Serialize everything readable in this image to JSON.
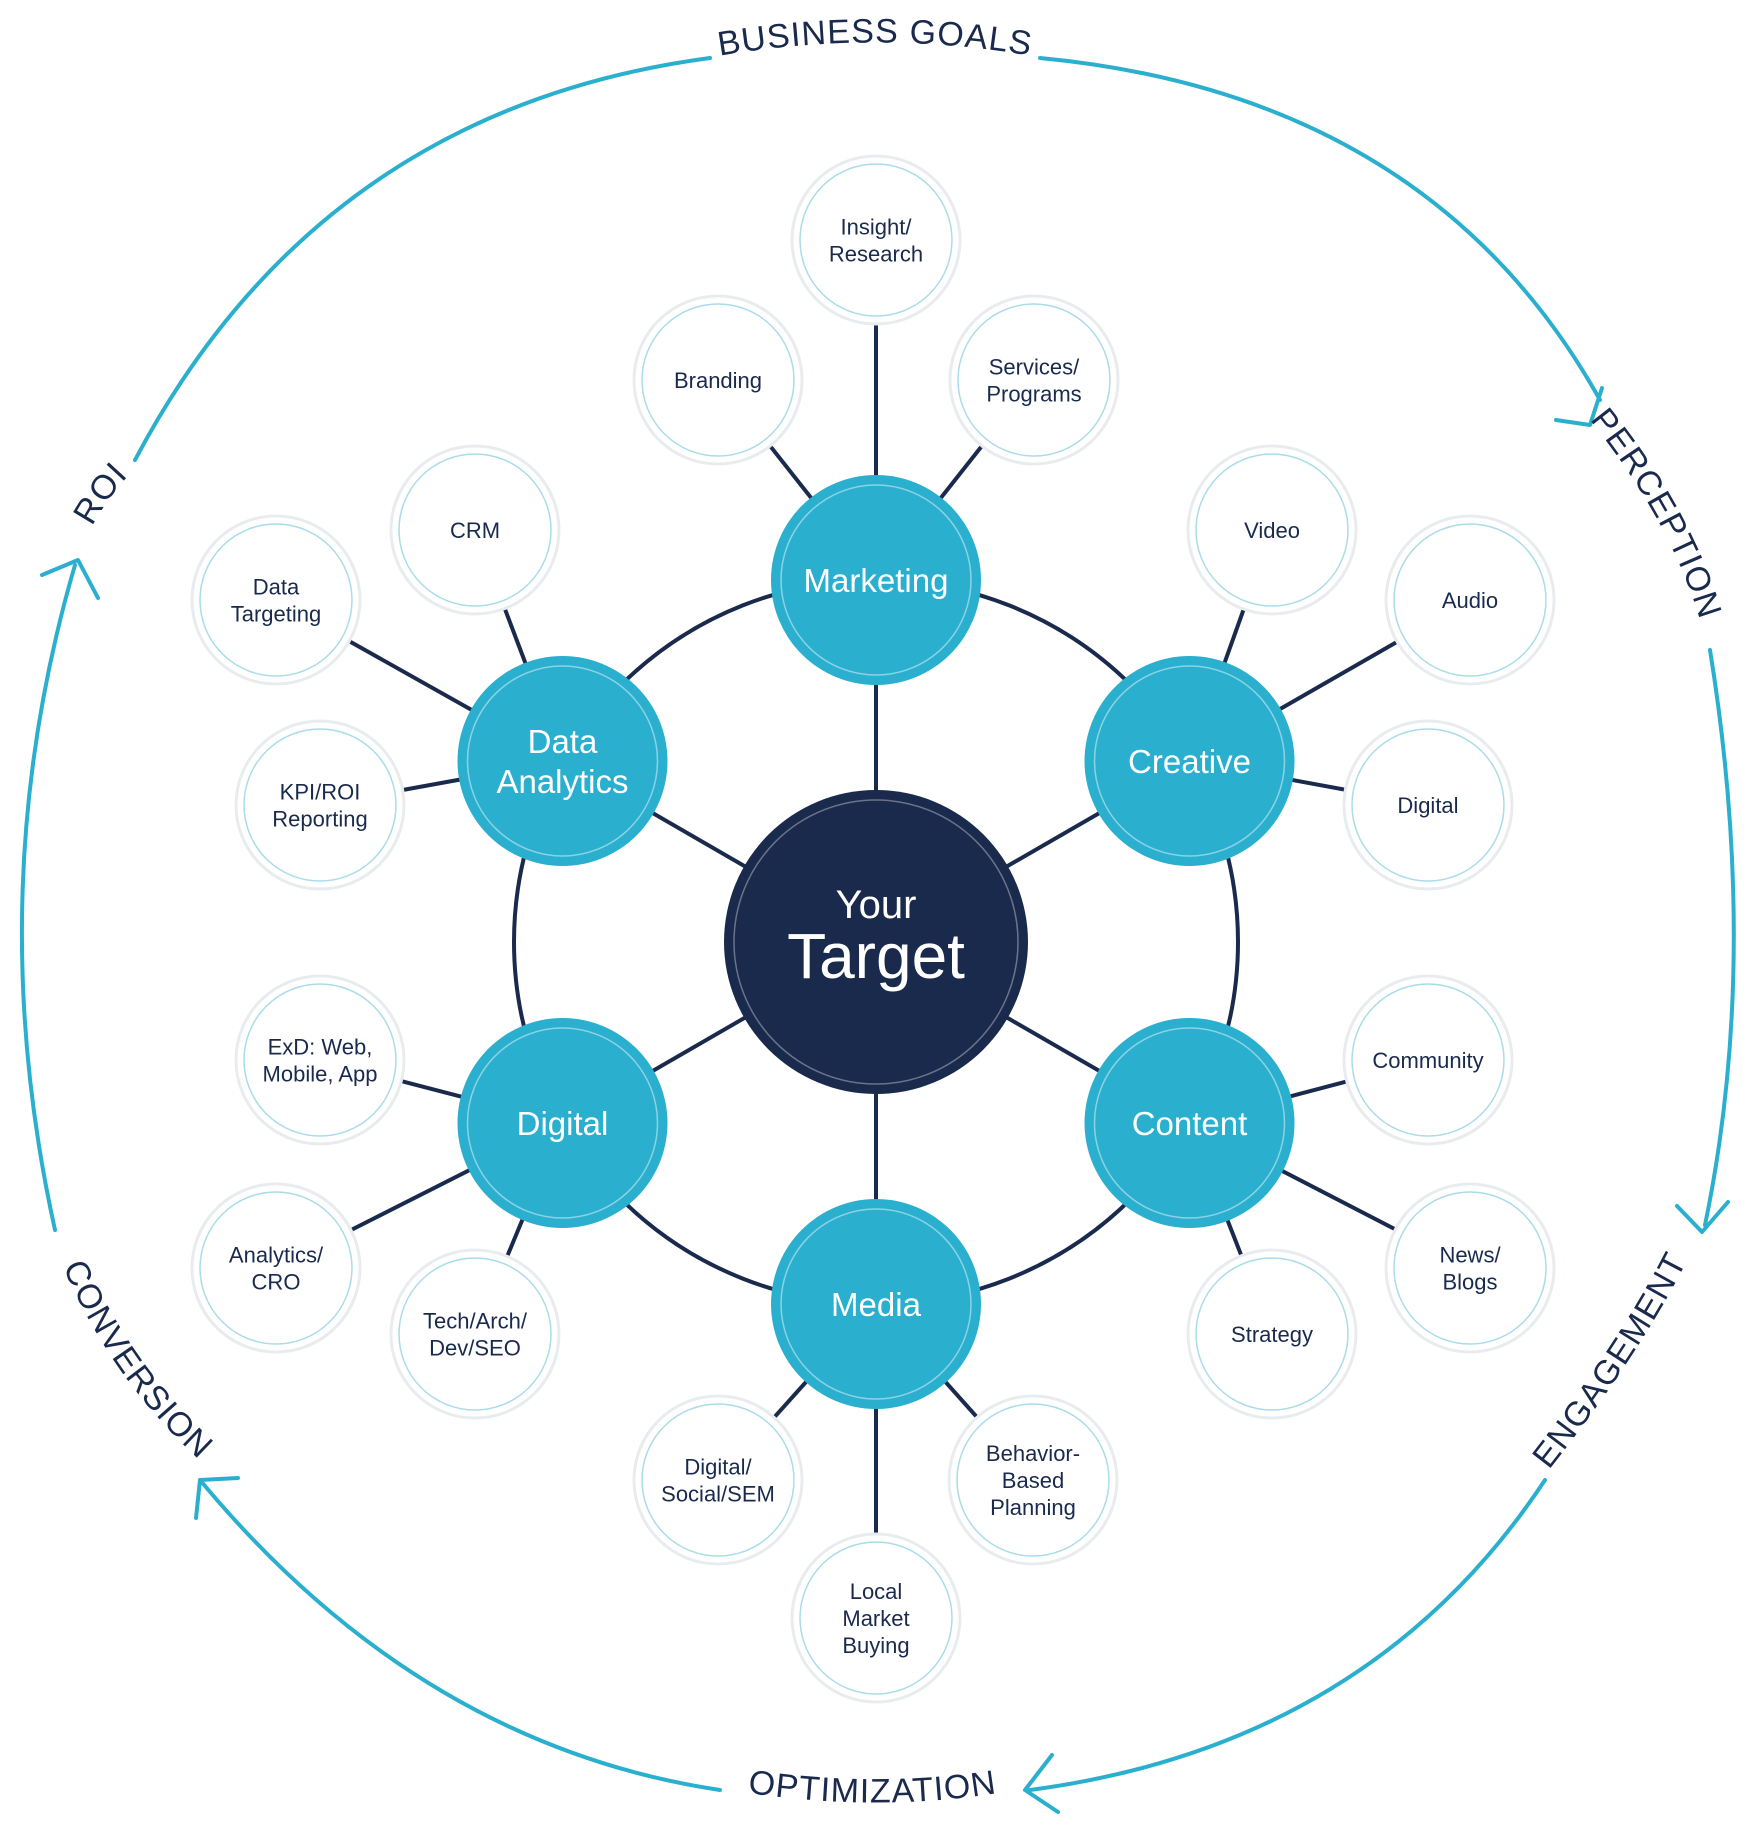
{
  "colors": {
    "teal": "#2bafcf",
    "navy": "#1a2a4d",
    "connector": "#1a2a4d",
    "leaf_stroke": "#a9dcea"
  },
  "center": {
    "line1": "Your",
    "line2": "Target"
  },
  "cycle": [
    {
      "id": "business-goals",
      "label": "BUSINESS GOALS"
    },
    {
      "id": "perception",
      "label": "PERCEPTION"
    },
    {
      "id": "engagement",
      "label": "ENGAGEMENT"
    },
    {
      "id": "optimization",
      "label": "OPTIMIZATION"
    },
    {
      "id": "conversion",
      "label": "CONVERSION"
    },
    {
      "id": "roi",
      "label": "ROI"
    }
  ],
  "hubs": [
    {
      "id": "marketing",
      "lines": [
        "Marketing"
      ],
      "leaves": [
        {
          "id": "branding",
          "lines": [
            "Branding"
          ]
        },
        {
          "id": "insight-research",
          "lines": [
            "Insight/",
            "Research"
          ]
        },
        {
          "id": "services-programs",
          "lines": [
            "Services/",
            "Programs"
          ]
        }
      ]
    },
    {
      "id": "creative",
      "lines": [
        "Creative"
      ],
      "leaves": [
        {
          "id": "video",
          "lines": [
            "Video"
          ]
        },
        {
          "id": "audio",
          "lines": [
            "Audio"
          ]
        },
        {
          "id": "digital-creative",
          "lines": [
            "Digital"
          ]
        }
      ]
    },
    {
      "id": "content",
      "lines": [
        "Content"
      ],
      "leaves": [
        {
          "id": "community",
          "lines": [
            "Community"
          ]
        },
        {
          "id": "news-blogs",
          "lines": [
            "News/",
            "Blogs"
          ]
        },
        {
          "id": "strategy",
          "lines": [
            "Strategy"
          ]
        }
      ]
    },
    {
      "id": "media",
      "lines": [
        "Media"
      ],
      "leaves": [
        {
          "id": "behavior-based-planning",
          "lines": [
            "Behavior-",
            "Based",
            "Planning"
          ]
        },
        {
          "id": "local-market-buying",
          "lines": [
            "Local",
            "Market",
            "Buying"
          ]
        },
        {
          "id": "digital-social-sem",
          "lines": [
            "Digital/",
            "Social/SEM"
          ]
        }
      ]
    },
    {
      "id": "digital",
      "lines": [
        "Digital"
      ],
      "leaves": [
        {
          "id": "tech-arch-dev-seo",
          "lines": [
            "Tech/Arch/",
            "Dev/SEO"
          ]
        },
        {
          "id": "analytics-cro",
          "lines": [
            "Analytics/",
            "CRO"
          ]
        },
        {
          "id": "exd-web-mobile-app",
          "lines": [
            "ExD: Web,",
            "Mobile, App"
          ]
        }
      ]
    },
    {
      "id": "data-analytics",
      "lines": [
        "Data",
        "Analytics"
      ],
      "leaves": [
        {
          "id": "kpi-roi-reporting",
          "lines": [
            "KPI/ROI",
            "Reporting"
          ]
        },
        {
          "id": "data-targeting",
          "lines": [
            "Data",
            "Targeting"
          ]
        },
        {
          "id": "crm",
          "lines": [
            "CRM"
          ]
        }
      ]
    }
  ]
}
